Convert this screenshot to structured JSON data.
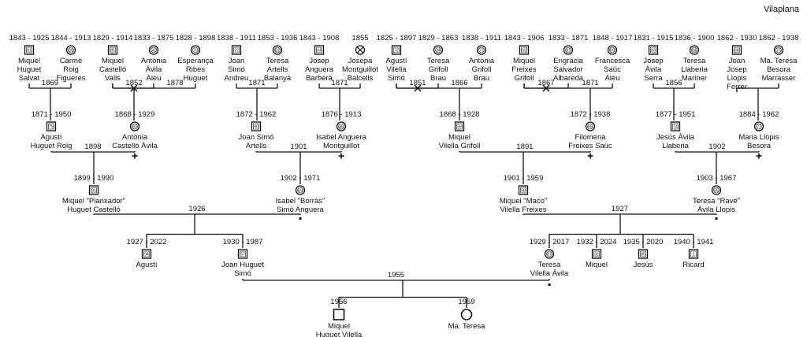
{
  "title": "Vilaplana",
  "people": [
    {
      "id": "p1",
      "dates": "1843 - 1925",
      "name": [
        "Miquel",
        "Huguet",
        "Salvat"
      ],
      "sex": "m",
      "badge": "81",
      "deceased": false
    },
    {
      "id": "p2",
      "dates": "1844 - 1913",
      "name": [
        "Carme",
        "Roig",
        "Figueres"
      ],
      "sex": "f",
      "badge": "69",
      "deceased": false
    },
    {
      "id": "p3",
      "dates": "1829 - 1914",
      "name": [
        "Miquel",
        "Castelló",
        "Valls"
      ],
      "sex": "m",
      "badge": "85",
      "deceased": false
    },
    {
      "id": "p4",
      "dates": "1833 - 1875",
      "name": [
        "Antònia",
        "Àvila",
        "Aleu"
      ],
      "sex": "f",
      "badge": "42",
      "deceased": false
    },
    {
      "id": "p5",
      "dates": "1828 - 1898",
      "name": [
        "Esperança",
        "Ribes",
        "Huguet"
      ],
      "sex": "f",
      "badge": "70",
      "deceased": false
    },
    {
      "id": "p6",
      "dates": "1838 - 1911",
      "name": [
        "Joan",
        "Simó",
        "Andreu"
      ],
      "sex": "m",
      "badge": "72",
      "deceased": false
    },
    {
      "id": "p7",
      "dates": "1853 - 1936",
      "name": [
        "Teresa",
        "Artells",
        "Balanyà"
      ],
      "sex": "f",
      "badge": "82",
      "deceased": false
    },
    {
      "id": "p8",
      "dates": "1843 - 1908",
      "name": [
        "Josep",
        "Anguera",
        "Barberà"
      ],
      "sex": "m",
      "badge": "64",
      "deceased": false
    },
    {
      "id": "p9",
      "dates": "1855",
      "name": [
        "Josepa",
        "Montguillot",
        "Balcells"
      ],
      "sex": "f",
      "badge": "",
      "deceased": true
    },
    {
      "id": "p10",
      "dates": "1825 - 1897",
      "name": [
        "Agustí",
        "Vilella",
        "Simó"
      ],
      "sex": "m",
      "badge": "72",
      "deceased": false
    },
    {
      "id": "p11",
      "dates": "1829 - 1863",
      "name": [
        "Teresa",
        "Grifoll",
        "Brau"
      ],
      "sex": "f",
      "badge": "34",
      "deceased": false
    },
    {
      "id": "p12",
      "dates": "1838 - 1911",
      "name": [
        "Antònia",
        "Grifoll",
        "Brau"
      ],
      "sex": "f",
      "badge": "72",
      "deceased": false
    },
    {
      "id": "p13",
      "dates": "1843 - 1906",
      "name": [
        "Miquel",
        "Freixes",
        "Grifoll"
      ],
      "sex": "m",
      "badge": "62",
      "deceased": false
    },
    {
      "id": "p14",
      "dates": "1833 - 1871",
      "name": [
        "Engràcia",
        "Salvador",
        "Albareda"
      ],
      "sex": "f",
      "badge": "37",
      "deceased": false
    },
    {
      "id": "p15",
      "dates": "1848 - 1917",
      "name": [
        "Francesca",
        "Saüc",
        "Aleu"
      ],
      "sex": "f",
      "badge": "69",
      "deceased": false
    },
    {
      "id": "p16",
      "dates": "1831 - 1915",
      "name": [
        "Josep",
        "Àvila",
        "Serra"
      ],
      "sex": "m",
      "badge": "83",
      "deceased": false
    },
    {
      "id": "p17",
      "dates": "1836 - 1900",
      "name": [
        "Teresa",
        "Llaberia",
        "Mariner"
      ],
      "sex": "f",
      "badge": "64",
      "deceased": false
    },
    {
      "id": "p18",
      "dates": "1862 - 1930",
      "name": [
        "Joan",
        "Josep",
        "Llopis",
        "Ferrer"
      ],
      "sex": "m",
      "badge": "68",
      "deceased": false
    },
    {
      "id": "p19",
      "dates": "1862 - 1938",
      "name": [
        "Ma. Teresa",
        "Besora",
        "Marrasser"
      ],
      "sex": "f",
      "badge": "75",
      "deceased": false
    },
    {
      "id": "g2a",
      "dates": "1871 - 1950",
      "name": [
        "Agustí",
        "Huguet Roig"
      ],
      "sex": "m",
      "badge": "79",
      "deceased": false
    },
    {
      "id": "g2b",
      "dates": "1868 - 1929",
      "name": [
        "Antònia",
        "Castelló Àvila"
      ],
      "sex": "f",
      "badge": "60",
      "deceased": false
    },
    {
      "id": "g2c",
      "dates": "1872 - 1962",
      "name": [
        "Joan Simó",
        "Artells"
      ],
      "sex": "m",
      "badge": "90",
      "deceased": false
    },
    {
      "id": "g2d",
      "dates": "1876 - 1913",
      "name": [
        "Isabel Anguera",
        "Montguillot"
      ],
      "sex": "f",
      "badge": "36",
      "deceased": false
    },
    {
      "id": "g2e",
      "dates": "1868 - 1928",
      "name": [
        "Miquel",
        "Vilella Grifoll"
      ],
      "sex": "m",
      "badge": "59",
      "deceased": false
    },
    {
      "id": "g2f",
      "dates": "1872 - 1938",
      "name": [
        "Filomena",
        "Freixes Saüc"
      ],
      "sex": "f",
      "badge": "65",
      "deceased": false
    },
    {
      "id": "g2g",
      "dates": "1877 - 1951",
      "name": [
        "Jesús Àvila",
        "Llaberia"
      ],
      "sex": "m",
      "badge": "74",
      "deceased": false
    },
    {
      "id": "g2h",
      "dates": "1884 - 1962",
      "name": [
        "Maria Llopis",
        "Besora"
      ],
      "sex": "f",
      "badge": "77",
      "deceased": false
    },
    {
      "id": "g3a",
      "dates": "1899 - 1990",
      "name": [
        "Miquel \"Planxador\"",
        "Huguet Castelló"
      ],
      "sex": "m",
      "badge": "91",
      "deceased": false
    },
    {
      "id": "g3b",
      "dates": "1902 - 1971",
      "name": [
        "Isabel \"Borràs\"",
        "Simó Anguera"
      ],
      "sex": "f",
      "badge": "69",
      "deceased": false
    },
    {
      "id": "g3c",
      "dates": "1901 - 1959",
      "name": [
        "Miquel \"Maco\"",
        "Vilella Freixes"
      ],
      "sex": "m",
      "badge": "58",
      "deceased": false
    },
    {
      "id": "g3d",
      "dates": "1903 - 1967",
      "name": [
        "Teresa \"Rave\"",
        "Àvila Llopis"
      ],
      "sex": "f",
      "badge": "65",
      "deceased": false
    },
    {
      "id": "g4a",
      "dates": "1927 - 2022",
      "name": [
        "Agustí"
      ],
      "sex": "m",
      "badge": "94",
      "deceased": false
    },
    {
      "id": "g4b",
      "dates": "1930 - 1987",
      "name": [
        "Joan Huguet",
        "Simó"
      ],
      "sex": "m",
      "badge": "57",
      "deceased": false
    },
    {
      "id": "g4c",
      "dates": "1929 - 2017",
      "name": [
        "Teresa",
        "Vilella Àvila"
      ],
      "sex": "f",
      "badge": "87",
      "deceased": false
    },
    {
      "id": "g4d",
      "dates": "1932 - 2024",
      "name": [
        "Miquel"
      ],
      "sex": "m",
      "badge": "92",
      "deceased": false
    },
    {
      "id": "g4e",
      "dates": "1935 - 2020",
      "name": [
        "Jesús"
      ],
      "sex": "m",
      "badge": "85",
      "deceased": false
    },
    {
      "id": "g4f",
      "dates": "1940 - 1941",
      "name": [
        "Ricard"
      ],
      "sex": "m",
      "badge": "1",
      "deceased": false
    },
    {
      "id": "g5a",
      "dates": "1956",
      "name": [
        "Miquel",
        "Huguet Vilella"
      ],
      "sex": "m",
      "badge": "",
      "deceased": false
    },
    {
      "id": "g5b",
      "dates": "1959",
      "name": [
        "Ma. Teresa"
      ],
      "sex": "f",
      "badge": "",
      "deceased": false
    }
  ],
  "unions": [
    {
      "id": "u1",
      "year": "1869",
      "partners": [
        "p1",
        "p2"
      ],
      "children": [
        "g2a"
      ]
    },
    {
      "id": "u2",
      "year": "1852",
      "partners": [
        "p3",
        "p4"
      ],
      "children": [
        "g2b"
      ]
    },
    {
      "id": "u3",
      "year": "1878",
      "partners": [
        "p3",
        "p5"
      ],
      "children": []
    },
    {
      "id": "u4",
      "year": "1871",
      "partners": [
        "p6",
        "p7"
      ],
      "children": [
        "g2c"
      ]
    },
    {
      "id": "u5",
      "year": "1871",
      "partners": [
        "p8",
        "p9"
      ],
      "children": [
        "g2d"
      ]
    },
    {
      "id": "u6",
      "year": "1851",
      "partners": [
        "p10",
        "p11"
      ],
      "children": []
    },
    {
      "id": "u7",
      "year": "1866",
      "partners": [
        "p10",
        "p12"
      ],
      "children": [
        "g2e"
      ]
    },
    {
      "id": "u8",
      "year": "1867",
      "partners": [
        "p13",
        "p14"
      ],
      "children": []
    },
    {
      "id": "u9",
      "year": "1871",
      "partners": [
        "p13",
        "p15"
      ],
      "children": [
        "g2f"
      ]
    },
    {
      "id": "u10",
      "year": "1856",
      "partners": [
        "p16",
        "p17"
      ],
      "children": [
        "g2g"
      ]
    },
    {
      "id": "u11",
      "year": "",
      "partners": [
        "p18",
        "p19"
      ],
      "children": [
        "g2h"
      ]
    },
    {
      "id": "u12",
      "year": "1898",
      "partners": [
        "g2a",
        "g2b"
      ],
      "children": [
        "g3a"
      ]
    },
    {
      "id": "u13",
      "year": "1901",
      "partners": [
        "g2c",
        "g2d"
      ],
      "children": [
        "g3b"
      ]
    },
    {
      "id": "u14",
      "year": "1891",
      "partners": [
        "g2e",
        "g2f"
      ],
      "children": [
        "g3c"
      ]
    },
    {
      "id": "u15",
      "year": "1902",
      "partners": [
        "g2g",
        "g2h"
      ],
      "children": [
        "g3d"
      ]
    },
    {
      "id": "u16",
      "year": "1926",
      "partners": [
        "g3a",
        "g3b"
      ],
      "children": [
        "g4a",
        "g4b"
      ]
    },
    {
      "id": "u17",
      "year": "1927",
      "partners": [
        "g3c",
        "g3d"
      ],
      "children": [
        "g4c",
        "g4d",
        "g4e",
        "g4f"
      ]
    },
    {
      "id": "u18",
      "year": "1955",
      "partners": [
        "g4b",
        "g4c"
      ],
      "children": [
        "g5a",
        "g5b"
      ]
    }
  ]
}
